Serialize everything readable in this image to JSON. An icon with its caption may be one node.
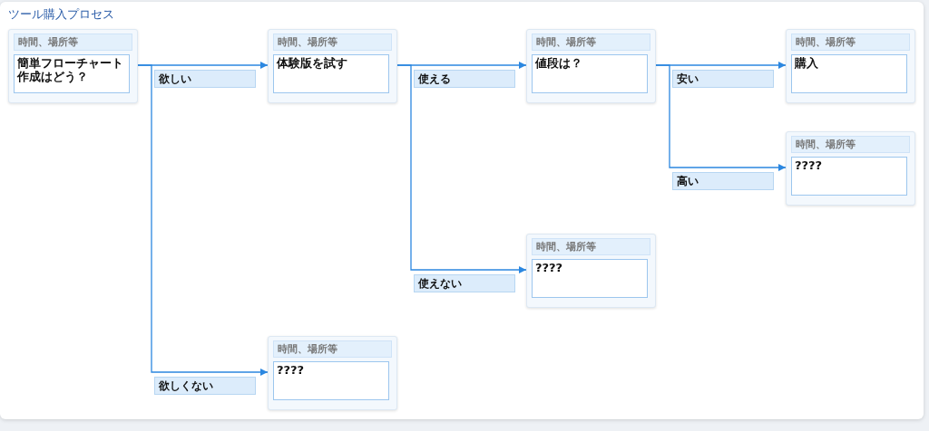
{
  "diagram": {
    "title": "ツール購入プロセス",
    "nodes": [
      {
        "text": [
          "時間、場所等",
          "簡単フローチャート作成はどう？"
        ]
      },
      {
        "text": [
          "時間、場所等",
          "体験版を試す"
        ]
      },
      {
        "text": [
          "時間、場所等",
          "値段は？"
        ]
      },
      {
        "text": [
          "時間、場所等",
          "購入"
        ]
      },
      {
        "text": [
          "時間、場所等",
          "????"
        ]
      },
      {
        "text": [
          "時間、場所等",
          "????"
        ]
      },
      {
        "text": [
          "時間、場所等",
          "????"
        ]
      }
    ],
    "edges": [
      {
        "from": 0,
        "to": 1,
        "arrow": "to",
        "label": "欲しい"
      },
      {
        "from": 0,
        "to": 6,
        "arrow": "to",
        "label": "欲しくない"
      },
      {
        "from": 1,
        "to": 2,
        "arrow": "to",
        "label": "使える"
      },
      {
        "from": 1,
        "to": 5,
        "arrow": "to",
        "label": "使えない"
      },
      {
        "from": 2,
        "to": 3,
        "arrow": "to",
        "label": "安い"
      },
      {
        "from": 2,
        "to": 4,
        "arrow": "to",
        "label": "高い"
      }
    ]
  }
}
